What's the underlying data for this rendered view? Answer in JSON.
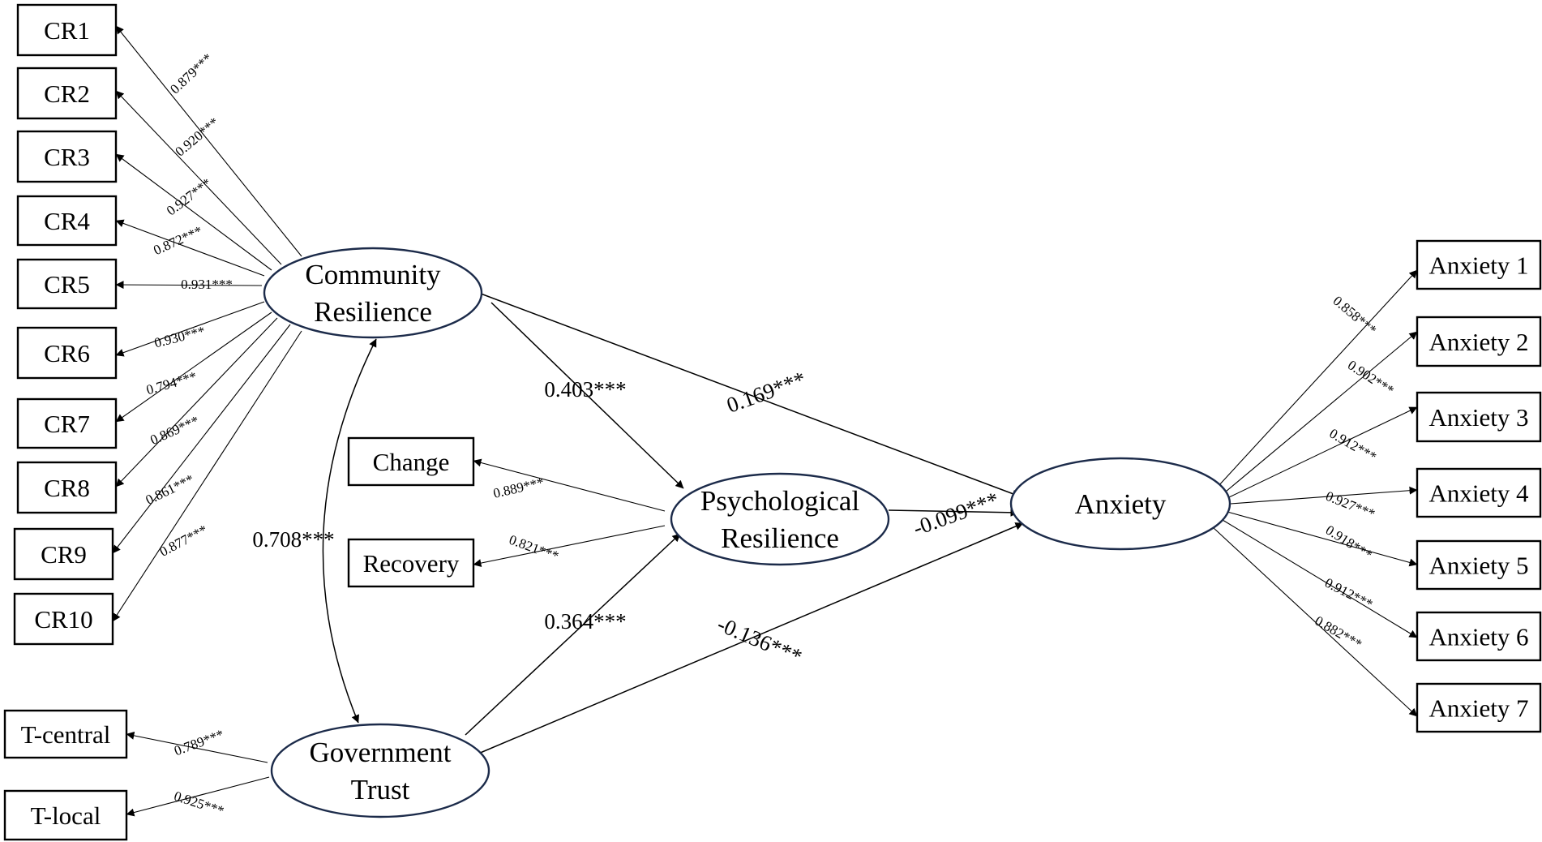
{
  "latents": {
    "community": [
      "Community",
      "Resilience"
    ],
    "government": [
      "Government",
      "Trust"
    ],
    "psychological": [
      "Psychological",
      "Resilience"
    ],
    "anxiety": [
      "Anxiety"
    ]
  },
  "indicators": {
    "cr": [
      "CR1",
      "CR2",
      "CR3",
      "CR4",
      "CR5",
      "CR6",
      "CR7",
      "CR8",
      "CR9",
      "CR10"
    ],
    "trust": [
      "T-central",
      "T-local"
    ],
    "psych": [
      "Change",
      "Recovery"
    ],
    "anxiety": [
      "Anxiety 1",
      "Anxiety 2",
      "Anxiety 3",
      "Anxiety 4",
      "Anxiety 5",
      "Anxiety 6",
      "Anxiety 7"
    ]
  },
  "loadings": {
    "cr": [
      "0.879***",
      "0.920***",
      "0.927***",
      "0.872***",
      "0.931***",
      "0.930***",
      "0.794***",
      "0.869***",
      "0.861***",
      "0.877***"
    ],
    "trust": [
      "0.789***",
      "0.925***"
    ],
    "psych": [
      "0.889***",
      "0.821***"
    ],
    "anxiety": [
      "0.858***",
      "0.902***",
      "0.912***",
      "0.927***",
      "0.918***",
      "0.912***",
      "0.882***"
    ]
  },
  "paths": {
    "cr_to_pr": "0.403***",
    "cr_to_anx": "0.169***",
    "pr_to_anx": "-0.099***",
    "gt_to_pr": "0.364***",
    "gt_to_anx": "-0.136***",
    "cr_gt_cov": "0.708***"
  }
}
